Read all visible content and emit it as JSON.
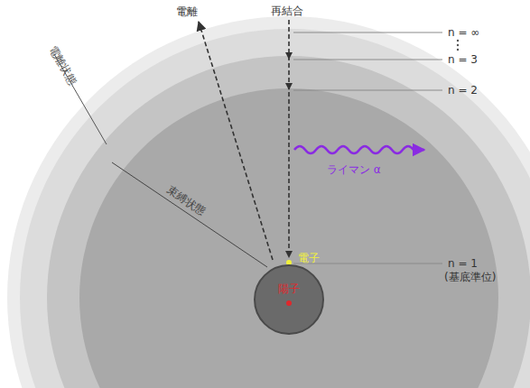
{
  "diagram": {
    "nodes": [
      {
        "text": [
          "陽子"
        ]
      }
    ],
    "labels": [
      "電離",
      "再結合",
      "n = ∞",
      "n = 3",
      "n = 2",
      "ライマン α",
      "電子",
      "n = 1",
      "(基底準位)",
      "電離状態",
      "束縛状態"
    ]
  }
}
